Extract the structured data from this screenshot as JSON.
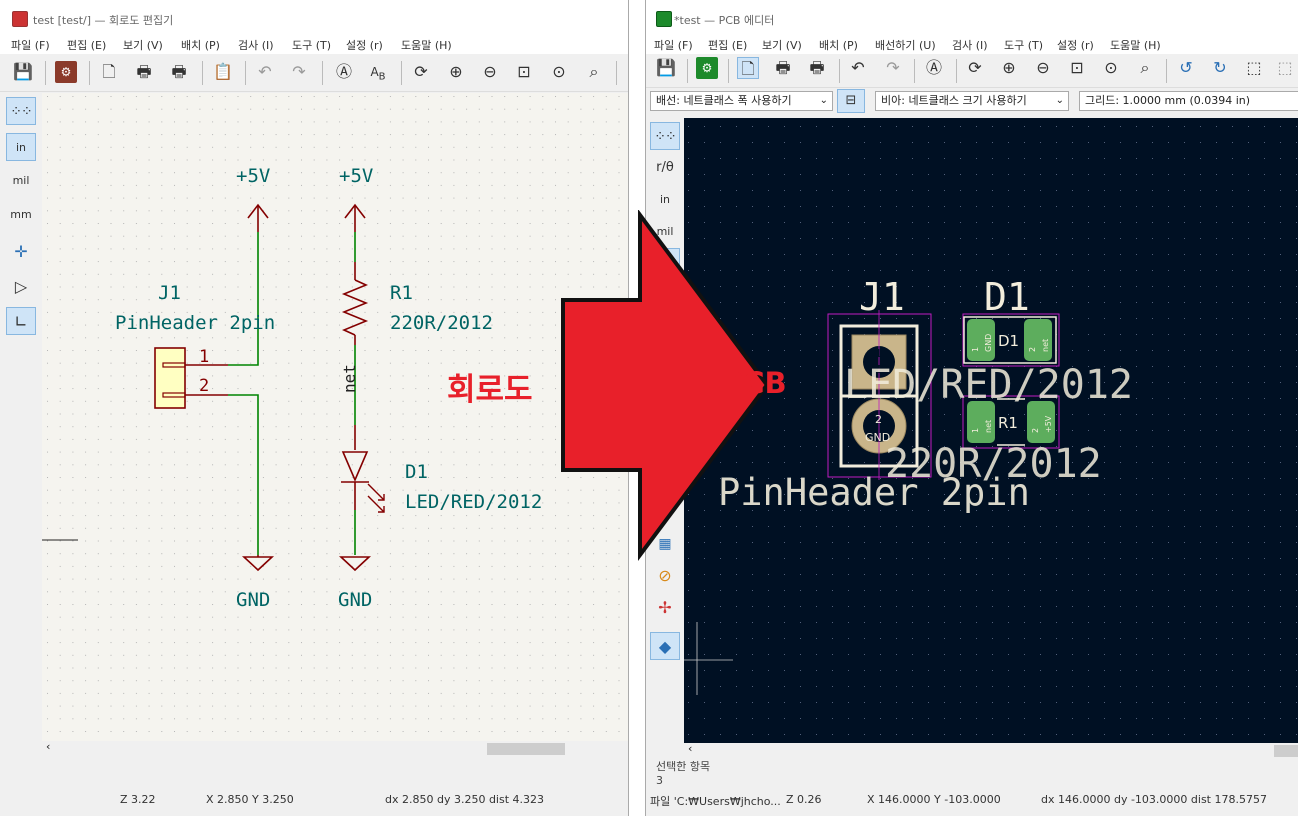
{
  "schematic": {
    "title": "test [test/] — 회로도 편집기",
    "menu": [
      "파일 (F)",
      "편집 (E)",
      "보기 (V)",
      "배치 (P)",
      "검사 (I)",
      "도구 (T)",
      "설정 (r)",
      "도움말 (H)"
    ],
    "left_tools": [
      "in",
      "mil",
      "mm"
    ],
    "labels": {
      "pwr1": "+5V",
      "pwr2": "+5V",
      "j1_ref": "J1",
      "j1_val": "PinHeader 2pin",
      "pin1": "1",
      "pin2": "2",
      "r1_ref": "R1",
      "r1_val": "220R/2012",
      "net": "net",
      "d1_ref": "D1",
      "d1_val": "LED/RED/2012",
      "gnd1": "GND",
      "gnd2": "GND"
    },
    "status": {
      "zoom": "Z 3.22",
      "xy": "X 2.850  Y 3.250",
      "delta": "dx 2.850  dy 3.250  dist 4.323"
    }
  },
  "pcb": {
    "title": "*test — PCB 에디터",
    "menu": [
      "파일 (F)",
      "편집 (E)",
      "보기 (V)",
      "배치 (P)",
      "배선하기 (U)",
      "검사 (I)",
      "도구 (T)",
      "설정 (r)",
      "도움말 (H)"
    ],
    "track_combo": "배선: 네트클래스 폭 사용하기",
    "via_combo": "비아: 네트클래스 크기 사용하기",
    "grid_combo": "그리드: 1.0000 mm (0.0394 in)",
    "left_tools": [
      "in",
      "mil"
    ],
    "labels": {
      "j1_ref": "J1",
      "d1_ref": "D1",
      "d1_val": "LED/RED/2012",
      "r1_val": "220R/2012",
      "j1_val": "PinHeader 2pin",
      "pad1_num": "1",
      "pad1_net": "+5V",
      "pad2_num": "2",
      "pad2_net": "GND",
      "d1_pad1_net": "GND",
      "d1_pad2_net": "net",
      "d1_center": "D1",
      "r1_pad1_net": "net",
      "r1_pad2_net": "+5V",
      "r1_center": "R1",
      "smd_pad_num1": "1",
      "smd_pad_num2": "2"
    },
    "selection_label": "선택한 항목",
    "selection_count": "3",
    "status": {
      "file": "파일 'C:₩Users₩jhcho...",
      "zoom": "Z 0.26",
      "xy": "X 146.0000  Y -103.0000",
      "delta": "dx 146.0000  dy -103.0000  dist 178.5757"
    }
  },
  "arrow": {
    "left_label": "회로도",
    "right_label": "PCB",
    "color": "#e8202a"
  },
  "colors": {
    "schematic_bg": "#f5f4ef",
    "pcb_bg": "#001023",
    "wire": "#008400",
    "symbol": "#840000",
    "label": "#006464",
    "pad": "#5dad5d",
    "silk": "#f2eddc"
  }
}
